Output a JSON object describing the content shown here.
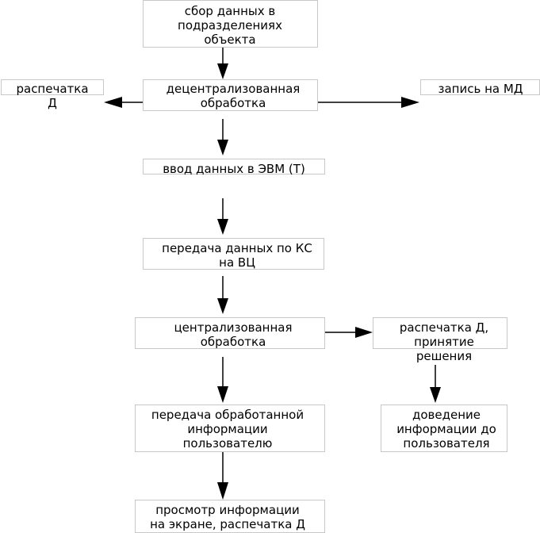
{
  "nodes": {
    "collection": {
      "text": "сбор данных в\nподразделениях\nобъекта"
    },
    "decentralized": {
      "text": "децентрализованная\nобработка"
    },
    "printout_left": {
      "text": "распечатка\nД"
    },
    "record_md": {
      "text": "запись на МД"
    },
    "input": {
      "text": "ввод данных в ЭВМ (Т)"
    },
    "transfer": {
      "text": "передача данных по КС\nна ВЦ"
    },
    "centralized": {
      "text": "централизованная\nобработка"
    },
    "printout_decision": {
      "text": "распечатка Д,\nпринятие\nрешения"
    },
    "delivery": {
      "text": "доведение\nинформации до\nпользователя"
    },
    "transfer_user": {
      "text": "передача обработанной\nинформации\nпользователю"
    },
    "view": {
      "text": "просмотр информации\nна экране, распечатка Д"
    }
  },
  "colors": {
    "box_border": "#c8c8c8",
    "arrow": "#000000",
    "text": "#000000"
  }
}
